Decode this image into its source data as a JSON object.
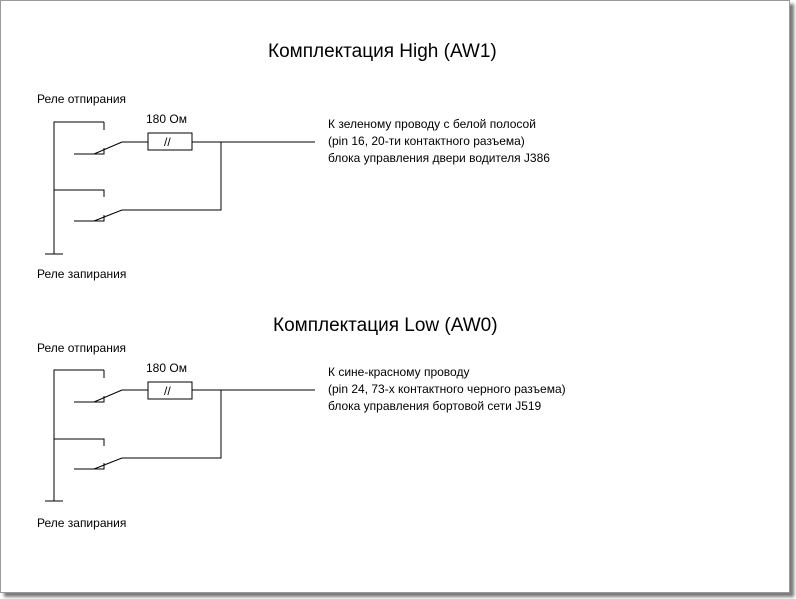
{
  "diagram": {
    "high": {
      "title": "Комплектация High (AW1)",
      "relay_unlock": "Реле отпирания",
      "relay_lock": "Реле запирания",
      "resistor": "180 Ом",
      "resistor_mark": "//",
      "destination": [
        "К зеленому проводу с белой полосой",
        "(pin 16, 20-ти контактного разъема)",
        "блока управления двери водителя J386"
      ]
    },
    "low": {
      "title": "Комплектация Low (AW0)",
      "relay_unlock": "Реле отпирания",
      "relay_lock": "Реле запирания",
      "resistor": "180 Ом",
      "resistor_mark": "//",
      "destination": [
        "К сине-красному проводу",
        "(pin 24, 73-х контактного черного разъема)",
        "блока управления бортовой сети J519"
      ]
    }
  }
}
